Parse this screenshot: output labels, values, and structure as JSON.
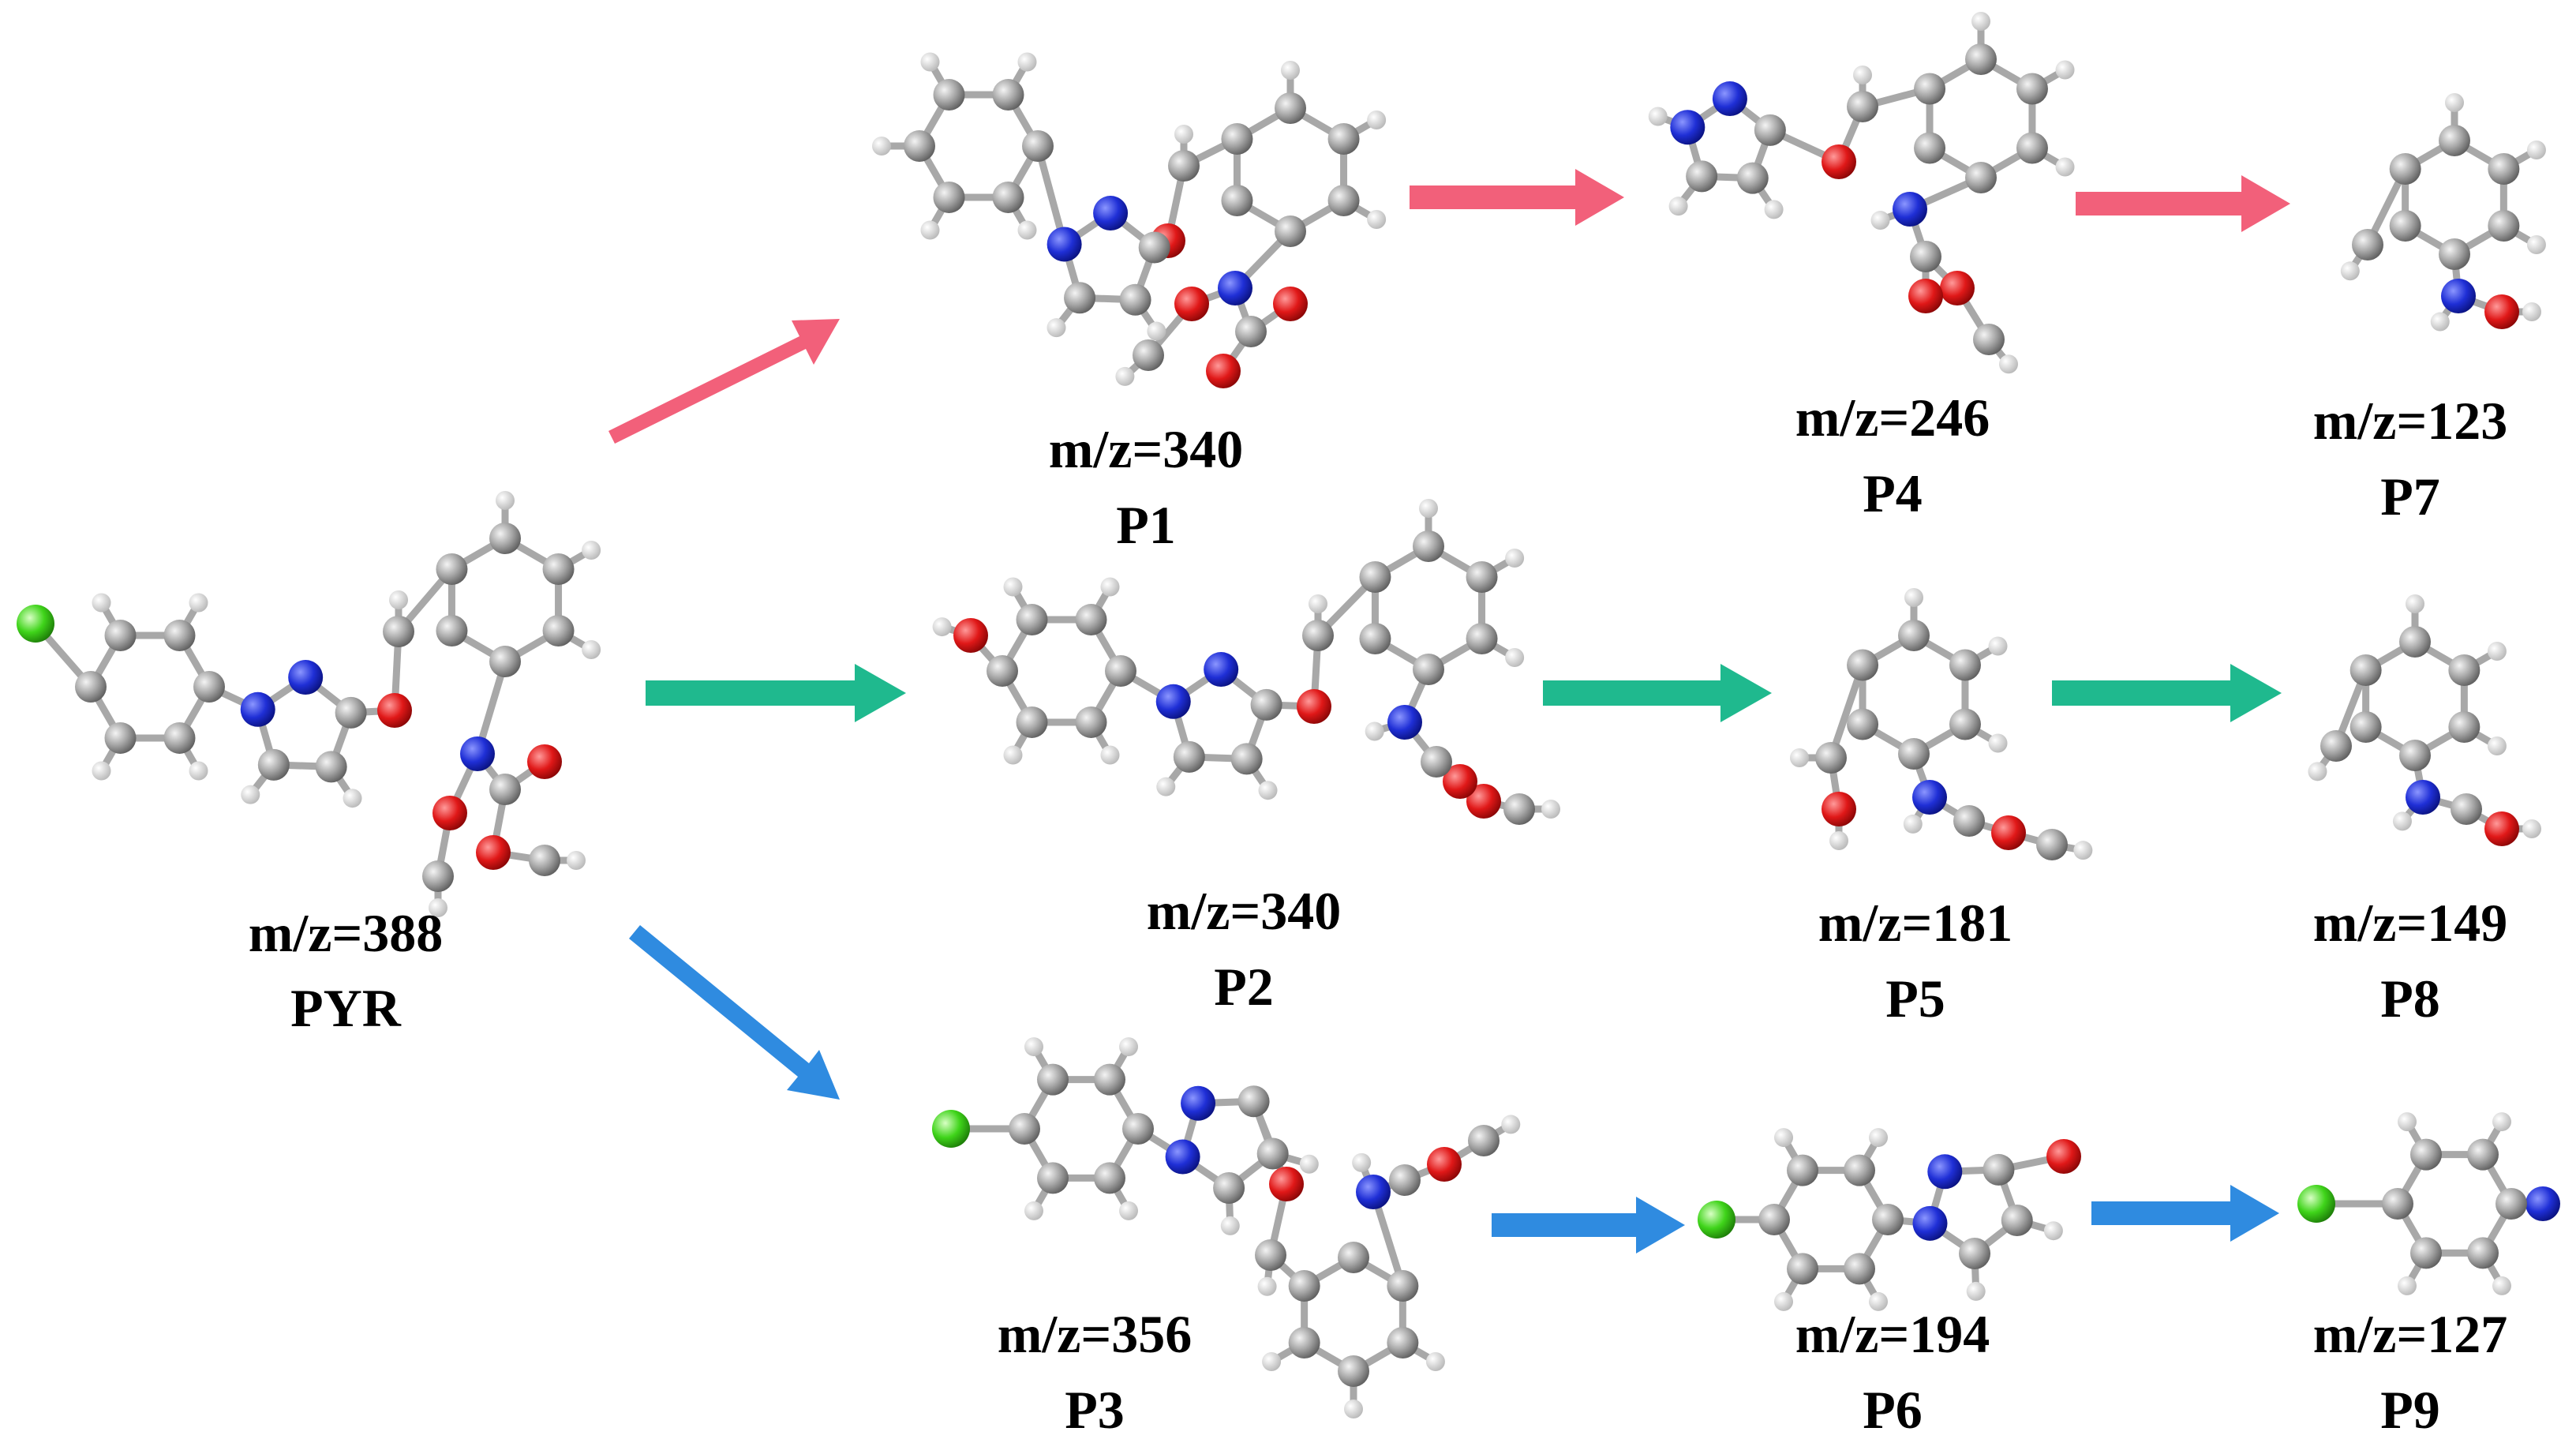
{
  "colors": {
    "parent": "#000000",
    "pathway_red": "#f2607a",
    "pathway_green": "#1fb98e",
    "pathway_blue": "#2f8be0",
    "carbon": "#9a9a9a",
    "hydrogen": "#e8e8e8",
    "nitrogen": "#1f2fd6",
    "oxygen": "#e01818",
    "chlorine": "#3fd41a"
  },
  "compounds": {
    "pyr": {
      "mz": "m/z=388",
      "name": "PYR"
    },
    "p1": {
      "mz": "m/z=340",
      "name": "P1"
    },
    "p2": {
      "mz": "m/z=340",
      "name": "P2"
    },
    "p3": {
      "mz": "m/z=356",
      "name": "P3"
    },
    "p4": {
      "mz": "m/z=246",
      "name": "P4"
    },
    "p5": {
      "mz": "m/z=181",
      "name": "P5"
    },
    "p6": {
      "mz": "m/z=194",
      "name": "P6"
    },
    "p7": {
      "mz": "m/z=123",
      "name": "P7"
    },
    "p8": {
      "mz": "m/z=149",
      "name": "P8"
    },
    "p9": {
      "mz": "m/z=127",
      "name": "P9"
    }
  },
  "pathways": [
    {
      "name": "",
      "color_key": "pathway_red",
      "steps": [
        "pyr",
        "p1",
        "p4",
        "p7"
      ]
    },
    {
      "name": "",
      "color_key": "pathway_green",
      "steps": [
        "pyr",
        "p2",
        "p5",
        "p8"
      ]
    },
    {
      "name": "",
      "color_key": "pathway_blue",
      "steps": [
        "pyr",
        "p3",
        "p6",
        "p9"
      ]
    }
  ]
}
